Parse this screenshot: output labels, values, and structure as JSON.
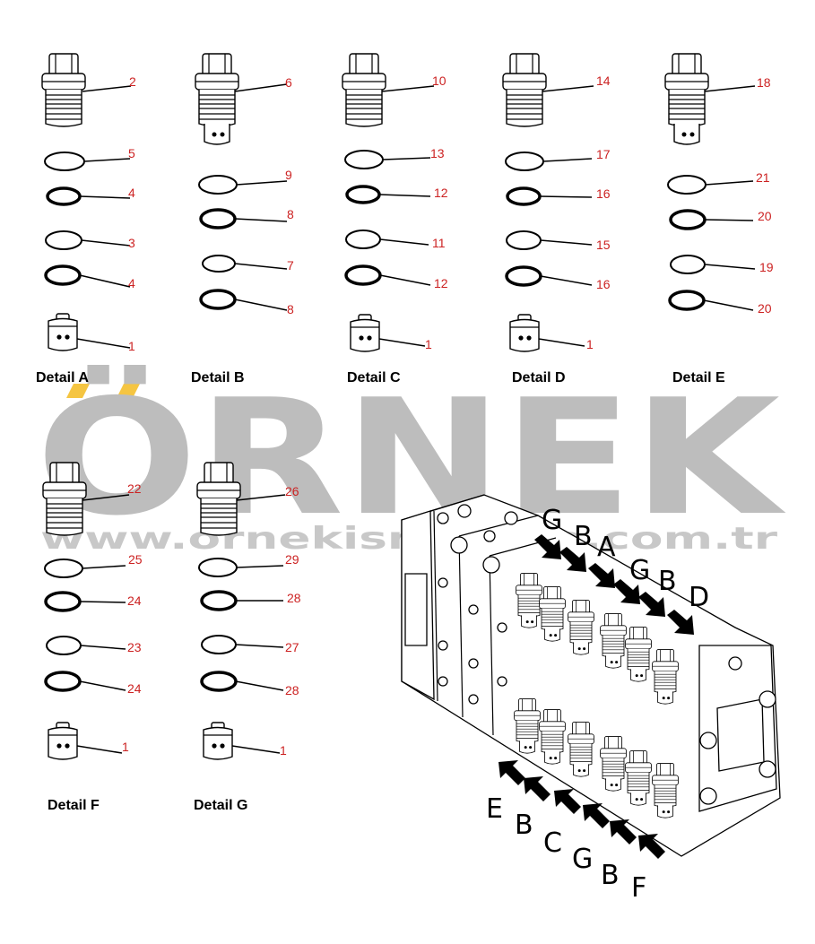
{
  "watermark": {
    "brand": "ÖRNEK",
    "url": "www.ornekismakina.com.tr"
  },
  "details": [
    {
      "name": "Detail A",
      "valve": "2",
      "rings": [
        "5",
        "4",
        "3",
        "4"
      ],
      "piston": "1"
    },
    {
      "name": "Detail B",
      "valve": "6",
      "rings": [
        "9",
        "8",
        "7",
        "8"
      ],
      "piston": ""
    },
    {
      "name": "Detail C",
      "valve": "10",
      "rings": [
        "13",
        "12",
        "11",
        "12"
      ],
      "piston": "1"
    },
    {
      "name": "Detail D",
      "valve": "14",
      "rings": [
        "17",
        "16",
        "15",
        "16"
      ],
      "piston": "1"
    },
    {
      "name": "Detail E",
      "valve": "18",
      "rings": [
        "21",
        "20",
        "19",
        "20"
      ],
      "piston": ""
    },
    {
      "name": "Detail F",
      "valve": "22",
      "rings": [
        "25",
        "24",
        "23",
        "24"
      ],
      "piston": "1"
    },
    {
      "name": "Detail G",
      "valve": "26",
      "rings": [
        "29",
        "28",
        "27",
        "28"
      ],
      "piston": "1"
    }
  ],
  "assembly_arrows_top": [
    "G",
    "B",
    "A",
    "G",
    "B",
    "D"
  ],
  "assembly_arrows_bottom": [
    "E",
    "B",
    "C",
    "G",
    "B",
    "F"
  ],
  "colors": {
    "callout": "#cc2222",
    "watermark": "#bdbdbd",
    "watermark_accent": "#f5c542"
  }
}
